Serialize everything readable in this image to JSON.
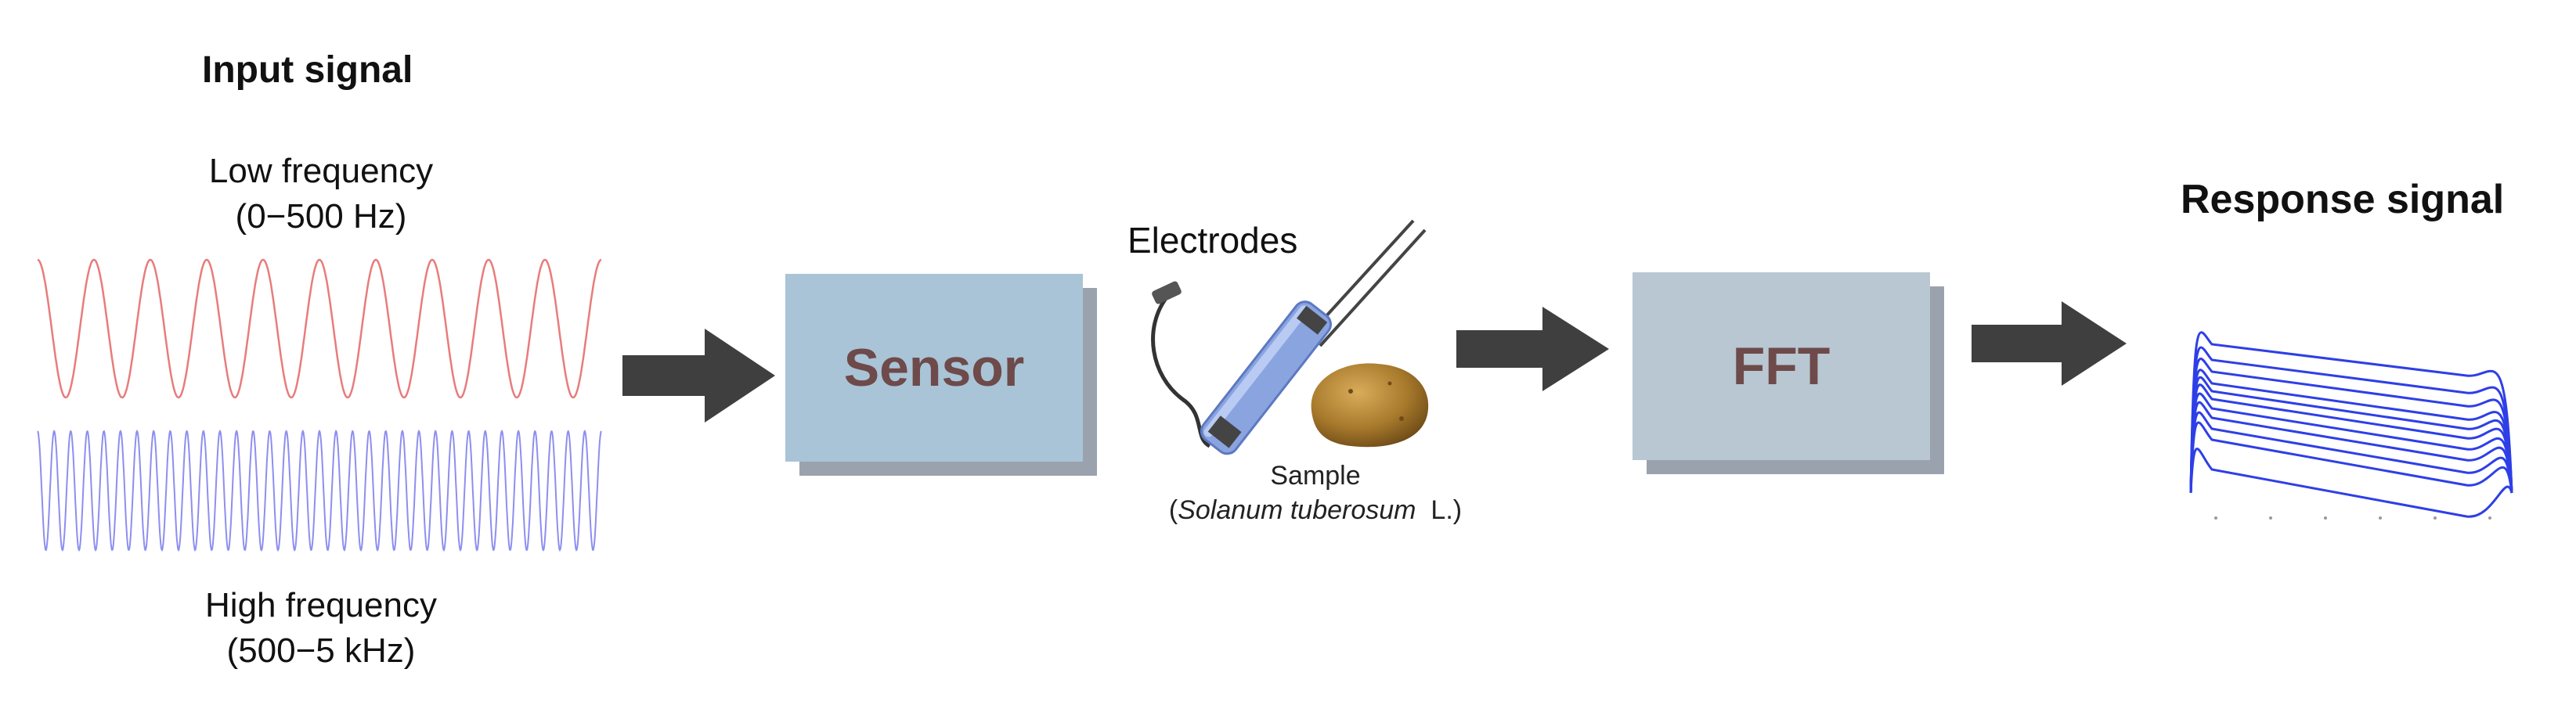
{
  "input": {
    "title": "Input signal",
    "low_label_line1": "Low frequency",
    "low_label_line2": "(0−500 Hz)",
    "high_label_line1": "High frequency",
    "high_label_line2": "(500−5 kHz)"
  },
  "sensor": {
    "label": "Sensor"
  },
  "electrodes": {
    "label": "Electrodes"
  },
  "sample": {
    "label": "Sample",
    "species": "Solanum tuberosum",
    "suffix": "L.)",
    "prefix": "("
  },
  "fft": {
    "label": "FFT"
  },
  "response": {
    "title": "Response signal"
  },
  "colors": {
    "low_wave": "#e87c7c",
    "high_wave": "#8e8ef0",
    "arrow": "#3f3f3f",
    "sensor_box": "#a9c4d6",
    "fft_box": "#b8c7d1",
    "box_shadow": "#9aa3ad",
    "response_lines": "#2e3fe6",
    "potato": "#a87a2c",
    "electrode_tube": "#8aa4e0"
  }
}
